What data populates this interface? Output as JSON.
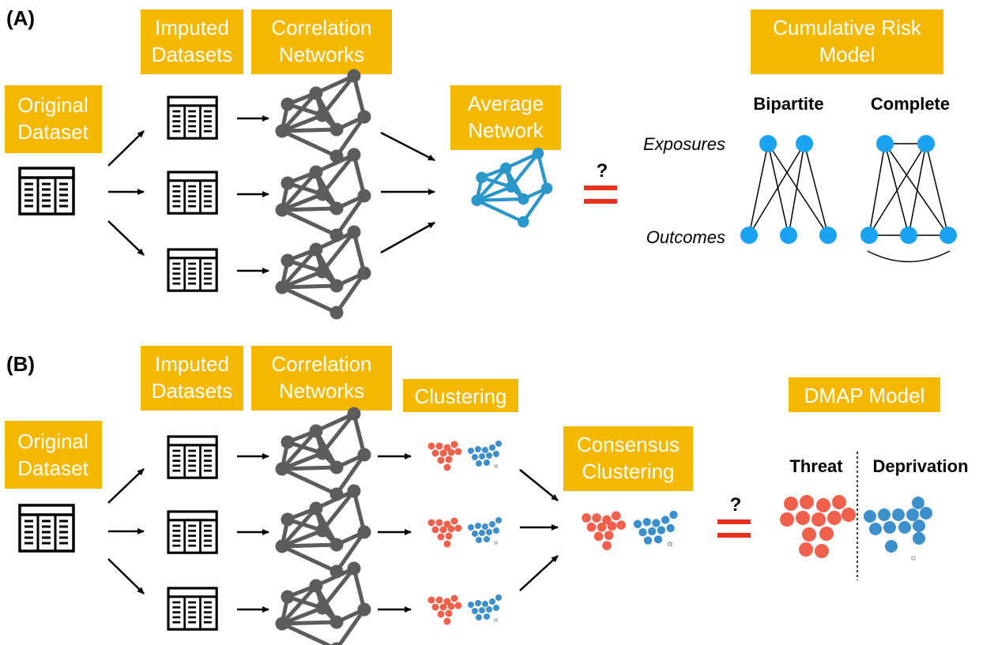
{
  "colors": {
    "label_box": "#F5B800",
    "label_text": "#ffffff",
    "network_gray": "#5c5c5c",
    "network_blue": "#2A96C9",
    "node_light_blue": "#1AA3F0",
    "cluster_red": "#F0604D",
    "cluster_blue": "#3D8FCC",
    "equal_sign": "#E8301C"
  },
  "icons": [
    "table-icon",
    "network-icon",
    "arrow-icon",
    "cluster-icon",
    "equal-sign-icon"
  ],
  "panel_a": {
    "marker": "(A)",
    "original_dataset": [
      "Original",
      "Dataset"
    ],
    "imputed_datasets": [
      "Imputed",
      "Datasets"
    ],
    "correlation_networks": [
      "Correlation",
      "Networks"
    ],
    "average_network": [
      "Average",
      "Network"
    ],
    "cumulative_risk_model": [
      "Cumulative Risk",
      "Model"
    ],
    "question_mark": "?",
    "bipartite": "Bipartite",
    "complete": "Complete",
    "exposures": "Exposures",
    "outcomes": "Outcomes"
  },
  "panel_b": {
    "marker": "(B)",
    "original_dataset": [
      "Original",
      "Dataset"
    ],
    "imputed_datasets": [
      "Imputed",
      "Datasets"
    ],
    "correlation_networks": [
      "Correlation",
      "Networks"
    ],
    "clustering": "Clustering",
    "consensus_clustering": [
      "Consensus",
      "Clustering"
    ],
    "dmap_model": "DMAP Model",
    "question_mark": "?",
    "threat": "Threat",
    "deprivation": "Deprivation"
  }
}
